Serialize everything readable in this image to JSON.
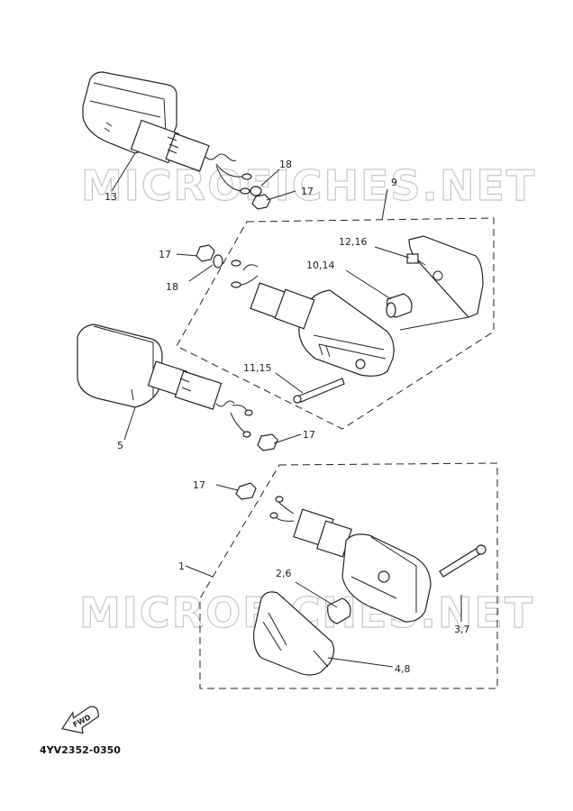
{
  "watermark": "MICROFICHES.NET",
  "fwd_label": "FWD",
  "part_code": "4YV2352-0350",
  "callouts": {
    "c13": "13",
    "c18a": "18",
    "c17a": "17",
    "c9": "9",
    "c1216": "12,16",
    "c17b": "17",
    "c1014": "10,14",
    "c18b": "18",
    "c1115": "11,15",
    "c5": "5",
    "c17c": "17",
    "c17d": "17",
    "c1": "1",
    "c26": "2,6",
    "c37": "3,7",
    "c48": "4,8"
  }
}
